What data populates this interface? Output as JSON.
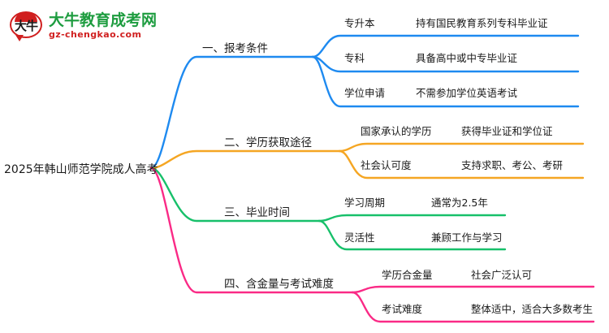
{
  "logo": {
    "mark_text": "大牛",
    "title": "大牛教育成考网",
    "subtitle": "gz-chengkao.com",
    "brand_green": "#1d9c3f",
    "brand_red": "#d01f1f"
  },
  "mindmap": {
    "root": {
      "label": "2025年韩山师范学院成人高考"
    },
    "branches": [
      {
        "index": "1",
        "label": "一、报考条件",
        "color": "#1e8af0",
        "children": [
          {
            "label": "专升本",
            "detail": "持有国民教育系列专科毕业证"
          },
          {
            "label": "专科",
            "detail": "具备高中或中专毕业证"
          },
          {
            "label": "学位申请",
            "detail": "不需参加学位英语考试"
          }
        ]
      },
      {
        "index": "2",
        "label": "二、学历获取途径",
        "color": "#f5a623",
        "children": [
          {
            "label": "国家承认的学历",
            "detail": "获得毕业证和学位证"
          },
          {
            "label": "社会认可度",
            "detail": "支持求职、考公、考研"
          }
        ]
      },
      {
        "index": "3",
        "label": "三、毕业时间",
        "color": "#17c06a",
        "children": [
          {
            "label": "学习周期",
            "detail": "通常为2.5年"
          },
          {
            "label": "灵活性",
            "detail": "兼顾工作与学习"
          }
        ]
      },
      {
        "index": "4",
        "label": "四、含金量与考试难度",
        "color": "#fa2a86",
        "children": [
          {
            "label": "学历合金量",
            "detail": "社会广泛认可"
          },
          {
            "label": "考试难度",
            "detail": "整体适中，适合大多数考生"
          }
        ]
      }
    ]
  }
}
